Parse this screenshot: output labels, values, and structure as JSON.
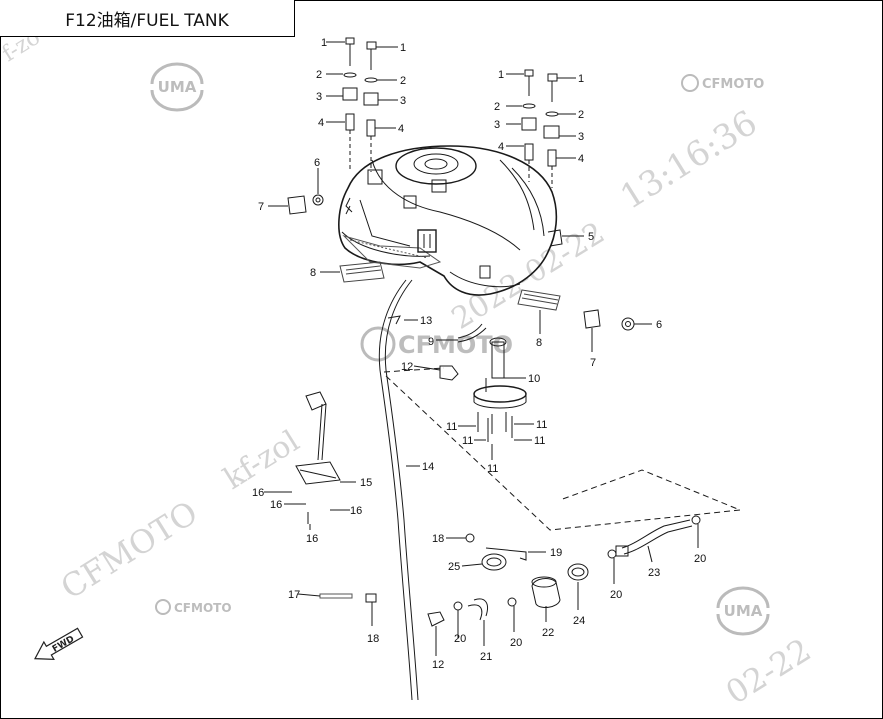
{
  "title": "F12油箱/FUEL TANK",
  "brands": {
    "uma": "UMA",
    "cfmoto": "CFMOTO"
  },
  "watermarks": {
    "time": "13:16:36",
    "user": "kf-zol",
    "brand": "CFMOTO",
    "date_left": "2022-02-22",
    "date_right": "02-22",
    "corner": "f-zo"
  },
  "fwd": "FWD",
  "labels": [
    "1",
    "1",
    "2",
    "2",
    "3",
    "3",
    "4",
    "4",
    "1",
    "1",
    "2",
    "2",
    "3",
    "3",
    "4",
    "4",
    "5",
    "6",
    "6",
    "7",
    "7",
    "8",
    "8",
    "9",
    "10",
    "11",
    "11",
    "11",
    "11",
    "11",
    "12",
    "12",
    "13",
    "14",
    "15",
    "16",
    "16",
    "16",
    "16",
    "17",
    "18",
    "18",
    "19",
    "20",
    "20",
    "20",
    "20",
    "21",
    "22",
    "23",
    "24",
    "25"
  ],
  "colors": {
    "line": "#1a1a1a",
    "watermark": "#d4d4d4",
    "hatch": "#555555"
  }
}
